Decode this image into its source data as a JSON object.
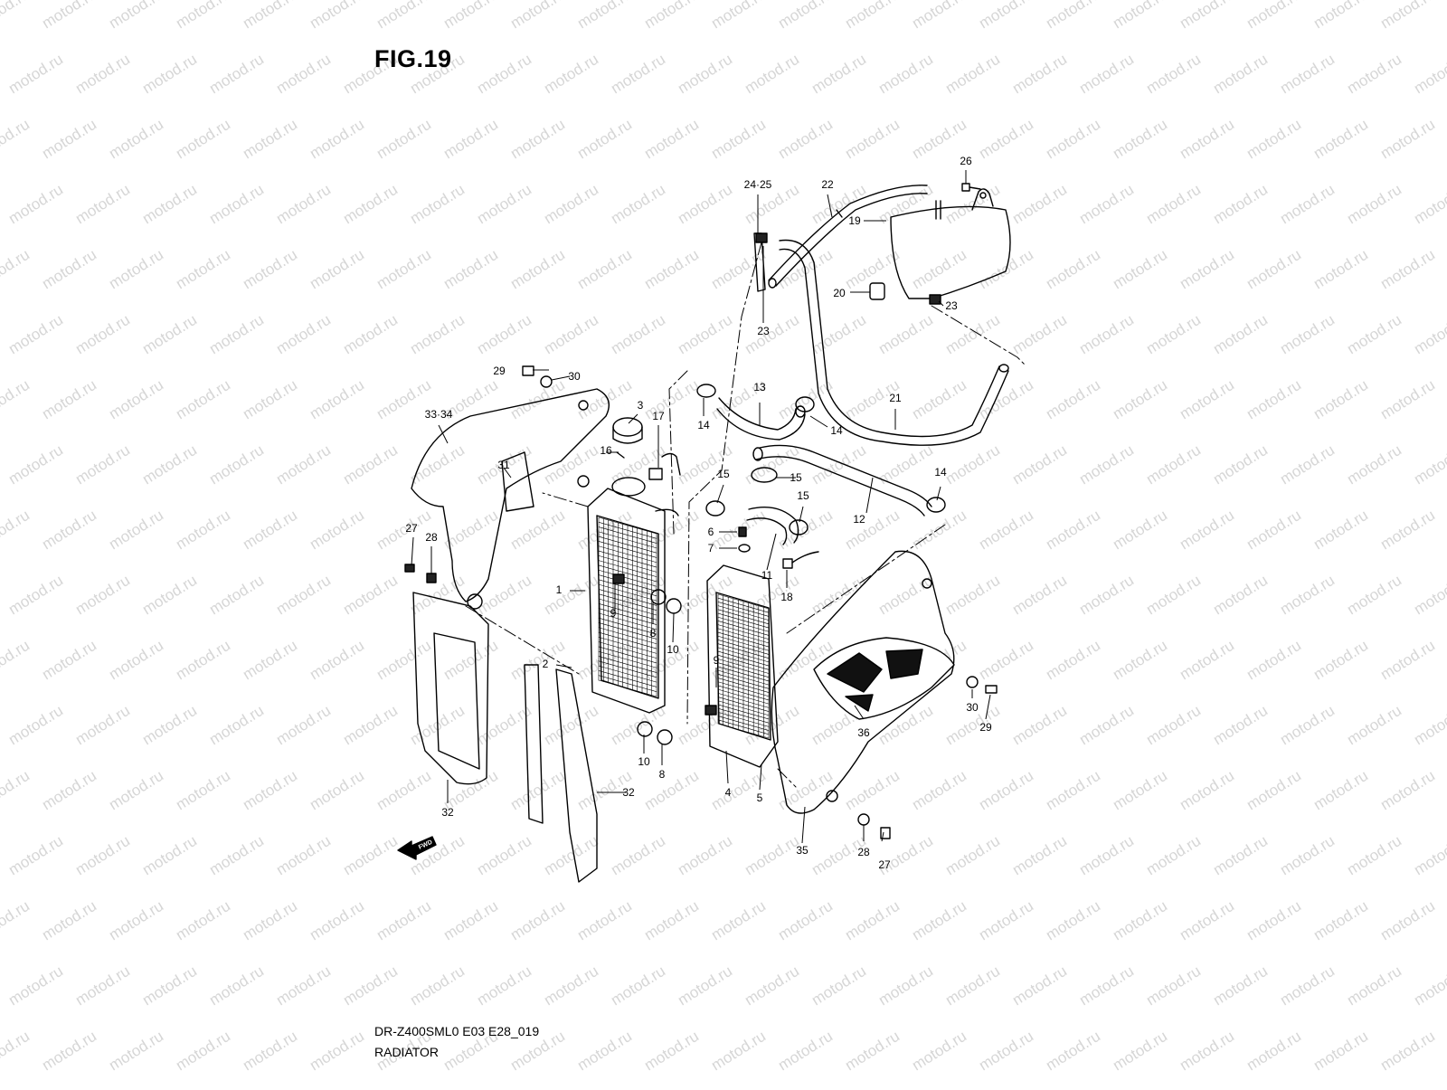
{
  "figure": {
    "title": "FIG.19",
    "code": "DR-Z400SML0 E03 E28_019",
    "caption": "RADIATOR",
    "fwd_label": "FWD"
  },
  "watermark": {
    "text": "motod.ru",
    "color": "#d6d6d6"
  },
  "callouts": [
    {
      "id": "c1",
      "text": "1"
    },
    {
      "id": "c2",
      "text": "2"
    },
    {
      "id": "c3",
      "text": "3"
    },
    {
      "id": "c4",
      "text": "4"
    },
    {
      "id": "c5",
      "text": "5"
    },
    {
      "id": "c6",
      "text": "6"
    },
    {
      "id": "c7",
      "text": "7"
    },
    {
      "id": "c8a",
      "text": "8"
    },
    {
      "id": "c8b",
      "text": "8"
    },
    {
      "id": "c9a",
      "text": "9"
    },
    {
      "id": "c9b",
      "text": "9"
    },
    {
      "id": "c10a",
      "text": "10"
    },
    {
      "id": "c10b",
      "text": "10"
    },
    {
      "id": "c11",
      "text": "11"
    },
    {
      "id": "c12",
      "text": "12"
    },
    {
      "id": "c13",
      "text": "13"
    },
    {
      "id": "c14a",
      "text": "14"
    },
    {
      "id": "c14b",
      "text": "14"
    },
    {
      "id": "c14c",
      "text": "14"
    },
    {
      "id": "c15a",
      "text": "15"
    },
    {
      "id": "c15b",
      "text": "15"
    },
    {
      "id": "c15c",
      "text": "15"
    },
    {
      "id": "c16",
      "text": "16"
    },
    {
      "id": "c17",
      "text": "17"
    },
    {
      "id": "c18",
      "text": "18"
    },
    {
      "id": "c19",
      "text": "19"
    },
    {
      "id": "c20",
      "text": "20"
    },
    {
      "id": "c21",
      "text": "21"
    },
    {
      "id": "c22",
      "text": "22"
    },
    {
      "id": "c23a",
      "text": "23"
    },
    {
      "id": "c23b",
      "text": "23"
    },
    {
      "id": "c2425",
      "text": "24·25"
    },
    {
      "id": "c26",
      "text": "26"
    },
    {
      "id": "c27a",
      "text": "27"
    },
    {
      "id": "c27b",
      "text": "27"
    },
    {
      "id": "c28a",
      "text": "28"
    },
    {
      "id": "c28b",
      "text": "28"
    },
    {
      "id": "c29a",
      "text": "29"
    },
    {
      "id": "c29b",
      "text": "29"
    },
    {
      "id": "c30a",
      "text": "30"
    },
    {
      "id": "c30b",
      "text": "30"
    },
    {
      "id": "c31",
      "text": "31"
    },
    {
      "id": "c32a",
      "text": "32"
    },
    {
      "id": "c32b",
      "text": "32"
    },
    {
      "id": "c3334",
      "text": "33·34"
    },
    {
      "id": "c35",
      "text": "35"
    },
    {
      "id": "c36",
      "text": "36"
    }
  ]
}
